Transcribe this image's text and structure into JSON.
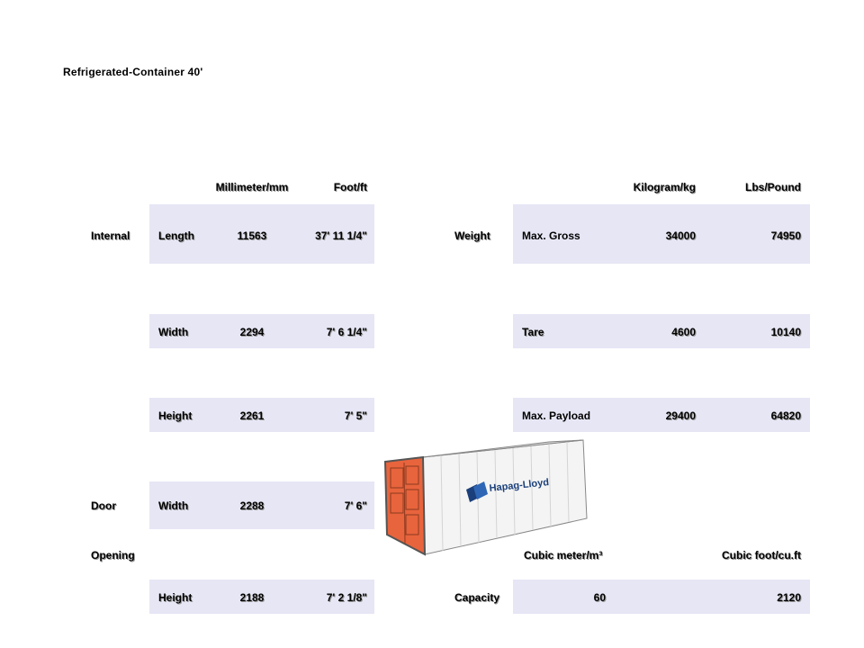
{
  "title": "Refrigerated-Container  40'",
  "left_table": {
    "col_headers": [
      "Millimeter/mm",
      "Foot/ft"
    ],
    "group_internal": "Internal",
    "group_door": "Door",
    "group_opening": "Opening",
    "rows": [
      {
        "label": "Length",
        "mm": "11563",
        "ft": "37' 11 1/4\""
      },
      {
        "label": "Width",
        "mm": "2294",
        "ft": "7' 6 1/4\""
      },
      {
        "label": "Height",
        "mm": "2261",
        "ft": "7' 5\""
      },
      {
        "label": "Width",
        "mm": "2288",
        "ft": "7' 6\""
      },
      {
        "label": "Height",
        "mm": "2188",
        "ft": "7' 2 1/8\""
      }
    ]
  },
  "right_table": {
    "col_headers": [
      "Kilogram/kg",
      "Lbs/Pound"
    ],
    "group_weight": "Weight",
    "rows": [
      {
        "label": "Max. Gross",
        "kg": "34000",
        "lbs": "74950"
      },
      {
        "label": "Tare",
        "kg": "4600",
        "lbs": "10140"
      },
      {
        "label": "Max. Payload",
        "kg": "29400",
        "lbs": "64820"
      }
    ],
    "capacity": {
      "label": "Capacity",
      "col_headers": [
        "Cubic meter/m³",
        "Cubic foot/cu.ft"
      ],
      "m3": "60",
      "cuft": "2120"
    }
  },
  "container_image": {
    "brand": "Hapag-Lloyd",
    "colors": {
      "door": "#e8643c",
      "body": "#f2f2f2",
      "logo": "#1a3f7a"
    }
  },
  "colors": {
    "band": "#e6e6f5"
  }
}
